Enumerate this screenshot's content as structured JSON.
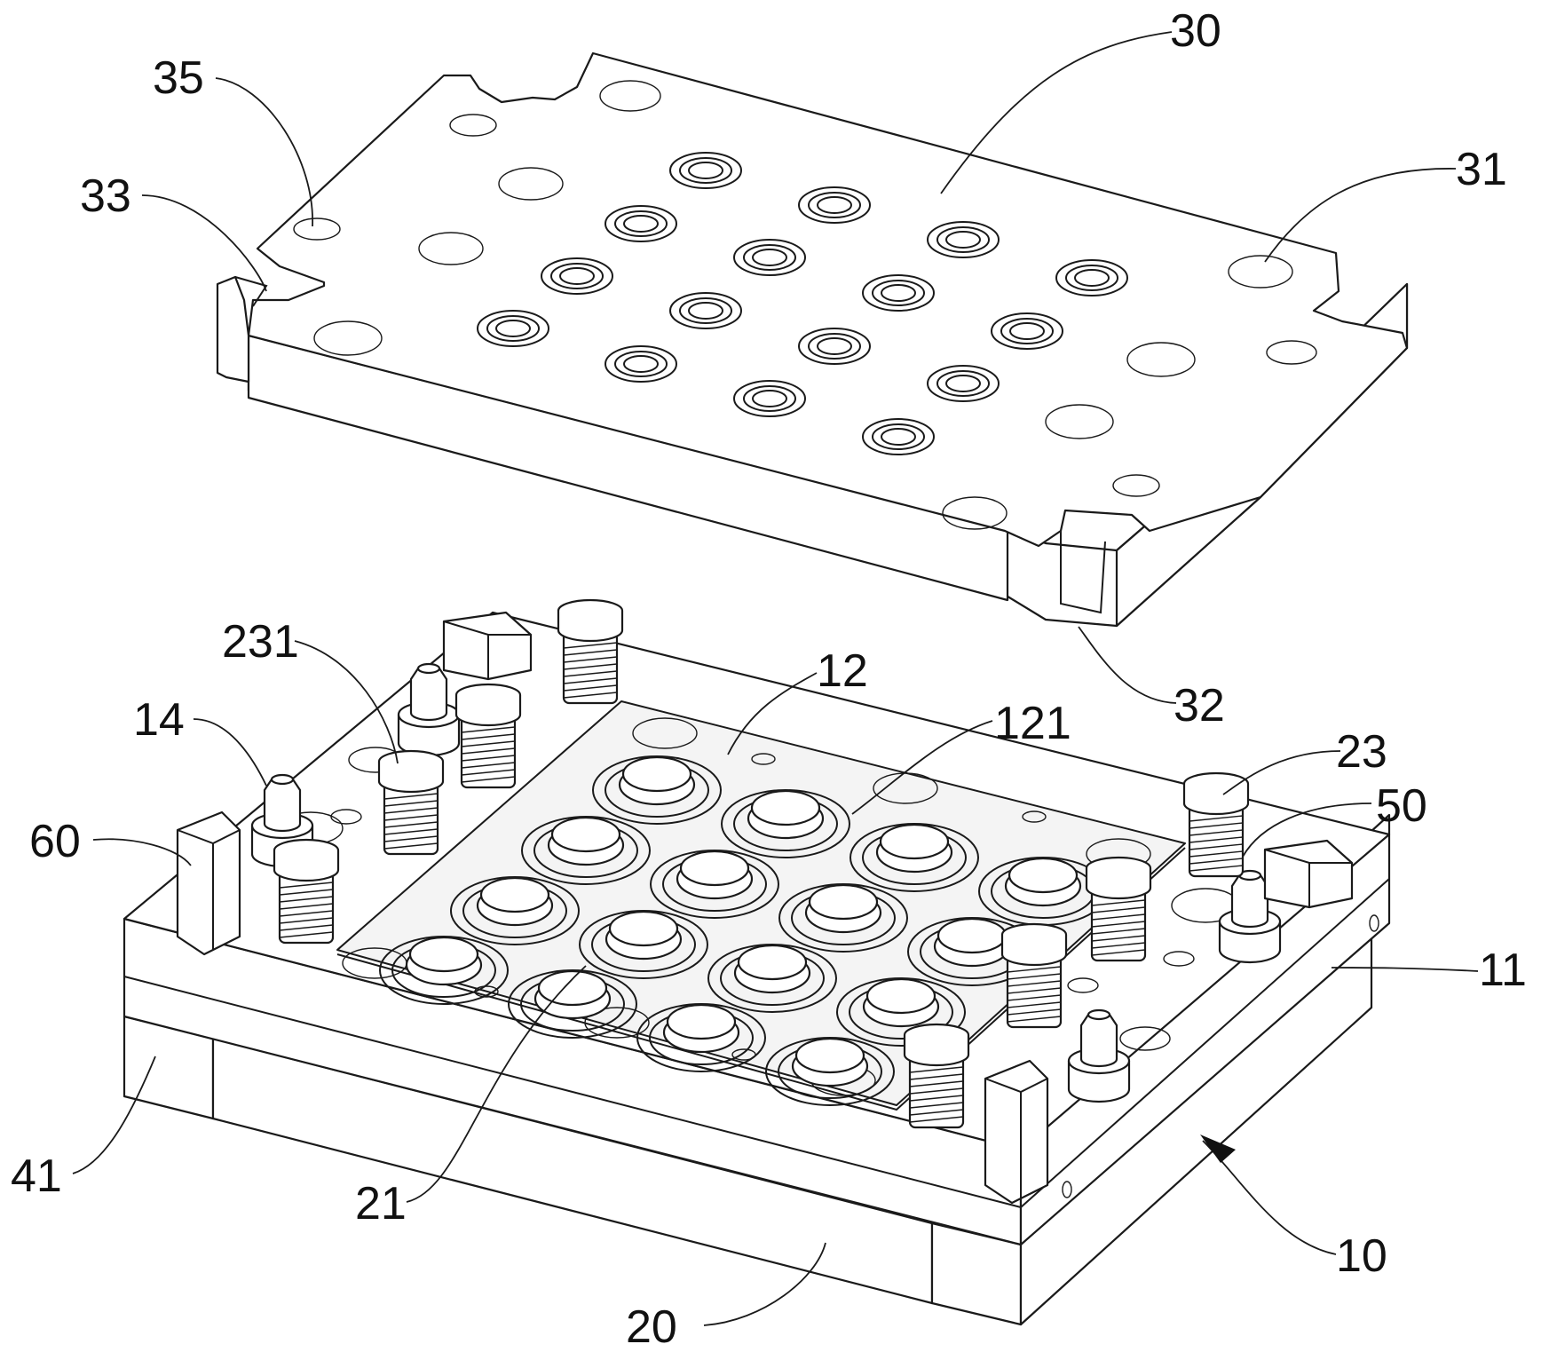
{
  "figure": {
    "labels": [
      {
        "id": "30",
        "text": "30"
      },
      {
        "id": "35",
        "text": "35"
      },
      {
        "id": "33",
        "text": "33"
      },
      {
        "id": "31",
        "text": "31"
      },
      {
        "id": "32",
        "text": "32"
      },
      {
        "id": "231",
        "text": "231"
      },
      {
        "id": "12",
        "text": "12"
      },
      {
        "id": "121",
        "text": "121"
      },
      {
        "id": "14",
        "text": "14"
      },
      {
        "id": "23",
        "text": "23"
      },
      {
        "id": "50",
        "text": "50"
      },
      {
        "id": "60",
        "text": "60"
      },
      {
        "id": "11",
        "text": "11"
      },
      {
        "id": "41",
        "text": "41"
      },
      {
        "id": "21",
        "text": "21"
      },
      {
        "id": "10",
        "text": "10"
      },
      {
        "id": "20",
        "text": "20"
      }
    ]
  }
}
